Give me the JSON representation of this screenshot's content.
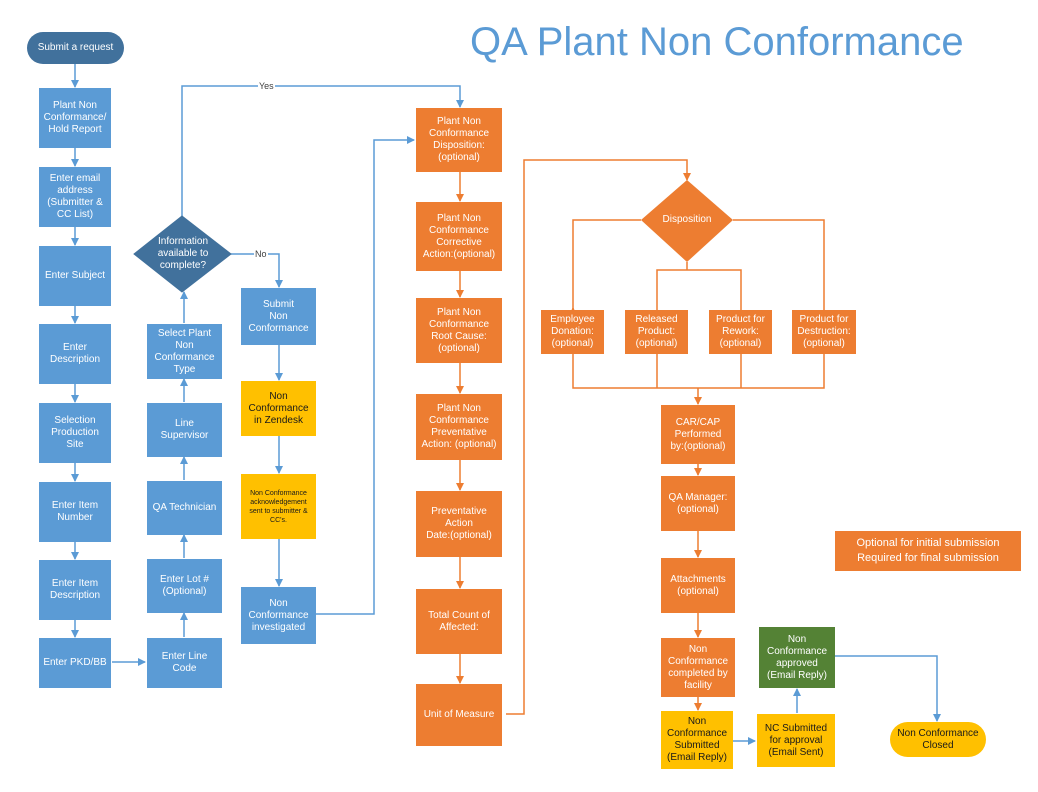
{
  "title": "QA Plant Non Conformance",
  "legend": {
    "line1": "Optional for initial submission",
    "line2": "Required for final submission"
  },
  "colors": {
    "blue": "#5b9bd5",
    "orange": "#ed7d31",
    "yellow": "#ffc000",
    "green": "#548235",
    "connector_blue": "#5b9bd5",
    "connector_orange": "#ed7d31"
  },
  "nodes": {
    "submit_request": "Submit a request",
    "hold_report": "Plant Non\nConformance/\nHold Report",
    "email": "Enter email\naddress\n(Submitter &\nCC List)",
    "subject": "Enter Subject",
    "description": "Enter\nDescription",
    "site": "Selection\nProduction Site",
    "item_number": "Enter Item\nNumber",
    "item_description": "Enter Item\nDescription",
    "pkd": "Enter PKD/BB",
    "line_code": "Enter Line\nCode",
    "lot": "Enter Lot #\n(Optional)",
    "qa_tech": "QA Technician",
    "line_supervisor": "Line Supervisor",
    "nc_type": "Select Plant\nNon\nConformance\nType",
    "info_available": "Information\navailable to\ncomplete?",
    "submit_nc": "Submit\nNon\nConformance",
    "nc_zendesk": "Non\nConformance\nin Zendesk",
    "nc_ack": "Non Conformance\nacknowledgement\nsent  to submitter &\nCC's.",
    "nc_investigated": "Non\nConformance\ninvestigated",
    "disposition_opt": "Plant Non\nConformance\nDisposition:\n(optional)",
    "corrective": "Plant Non\nConformance\nCorrective\nAction:(optional)",
    "root_cause": "Plant Non\nConformance\nRoot Cause:\n(optional)",
    "preventative": "Plant Non\nConformance\nPreventative\nAction: (optional)",
    "prev_date": "Preventative\nAction\nDate:(optional)",
    "total_count": "Total Count of\nAffected:",
    "uom": "Unit of Measure",
    "disposition": "Disposition",
    "employee_donation": "Employee\nDonation:\n(optional)",
    "released_product": "Released\nProduct:\n(optional)",
    "rework": "Product for\nRework:\n(optional)",
    "destruction": "Product for\nDestruction:\n(optional)",
    "car_cap": "CAR/CAP\nPerformed\nby:(optional)",
    "qa_manager": "QA Manager:\n(optional)",
    "attachments": "Attachments\n(optional)",
    "completed_facility": "Non\nConformance\ncompleted by\nfacility",
    "nc_submitted": "Non\nConformance\nSubmitted\n(Email Reply)",
    "nc_for_approval": "NC Submitted\nfor approval\n(Email Sent)",
    "nc_approved": "Non\nConformance\napproved\n(Email Reply)",
    "nc_closed": "Non Conformance\nClosed"
  },
  "edge_labels": {
    "yes": "Yes",
    "no": "No"
  }
}
